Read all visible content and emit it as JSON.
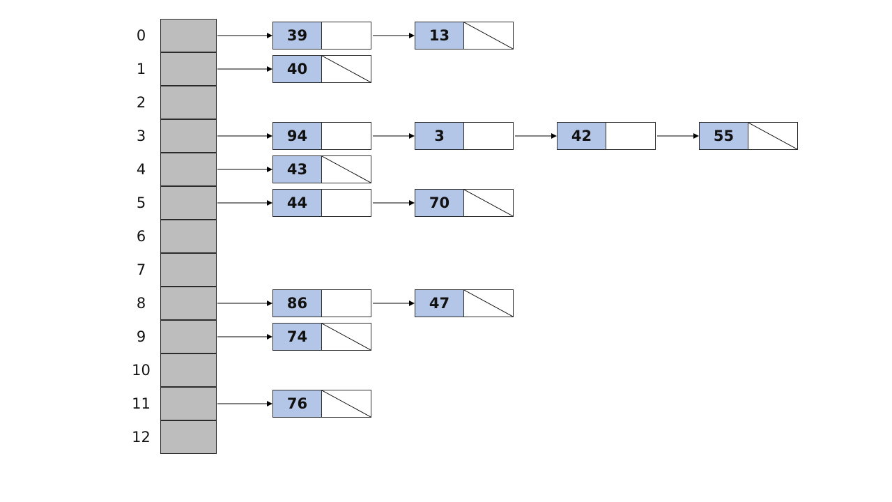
{
  "table": {
    "indices": [
      "0",
      "1",
      "2",
      "3",
      "4",
      "5",
      "6",
      "7",
      "8",
      "9",
      "10",
      "11",
      "12"
    ]
  },
  "chains": [
    {
      "index": 0,
      "keys": [
        "39",
        "13"
      ]
    },
    {
      "index": 1,
      "keys": [
        "40"
      ]
    },
    {
      "index": 2,
      "keys": []
    },
    {
      "index": 3,
      "keys": [
        "94",
        "3",
        "42",
        "55"
      ]
    },
    {
      "index": 4,
      "keys": [
        "43"
      ]
    },
    {
      "index": 5,
      "keys": [
        "44",
        "70"
      ]
    },
    {
      "index": 6,
      "keys": []
    },
    {
      "index": 7,
      "keys": []
    },
    {
      "index": 8,
      "keys": [
        "86",
        "47"
      ]
    },
    {
      "index": 9,
      "keys": [
        "74"
      ]
    },
    {
      "index": 10,
      "keys": []
    },
    {
      "index": 11,
      "keys": [
        "76"
      ]
    },
    {
      "index": 12,
      "keys": []
    }
  ],
  "colors": {
    "table_cell": "#bdbdbd",
    "node_key": "#b4c6e7",
    "node_next": "#ffffff",
    "line": "#000000"
  }
}
